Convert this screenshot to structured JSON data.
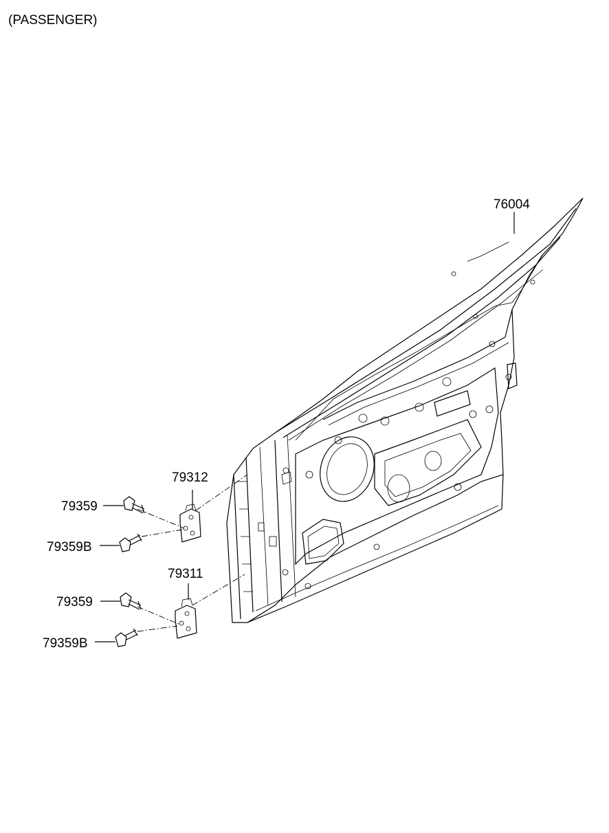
{
  "header": {
    "label": "(PASSENGER)"
  },
  "parts": {
    "door": {
      "code": "76004",
      "icon": "front-door-panel-icon"
    },
    "upper_hinge": {
      "code": "79312",
      "icon": "door-hinge-icon"
    },
    "upper_bolt": {
      "code": "79359",
      "icon": "bolt-icon"
    },
    "upper_bolt_b": {
      "code": "79359B",
      "icon": "bolt-icon"
    },
    "lower_hinge": {
      "code": "79311",
      "icon": "door-hinge-icon"
    },
    "lower_bolt": {
      "code": "79359",
      "icon": "bolt-icon"
    },
    "lower_bolt_b": {
      "code": "79359B",
      "icon": "bolt-icon"
    }
  }
}
